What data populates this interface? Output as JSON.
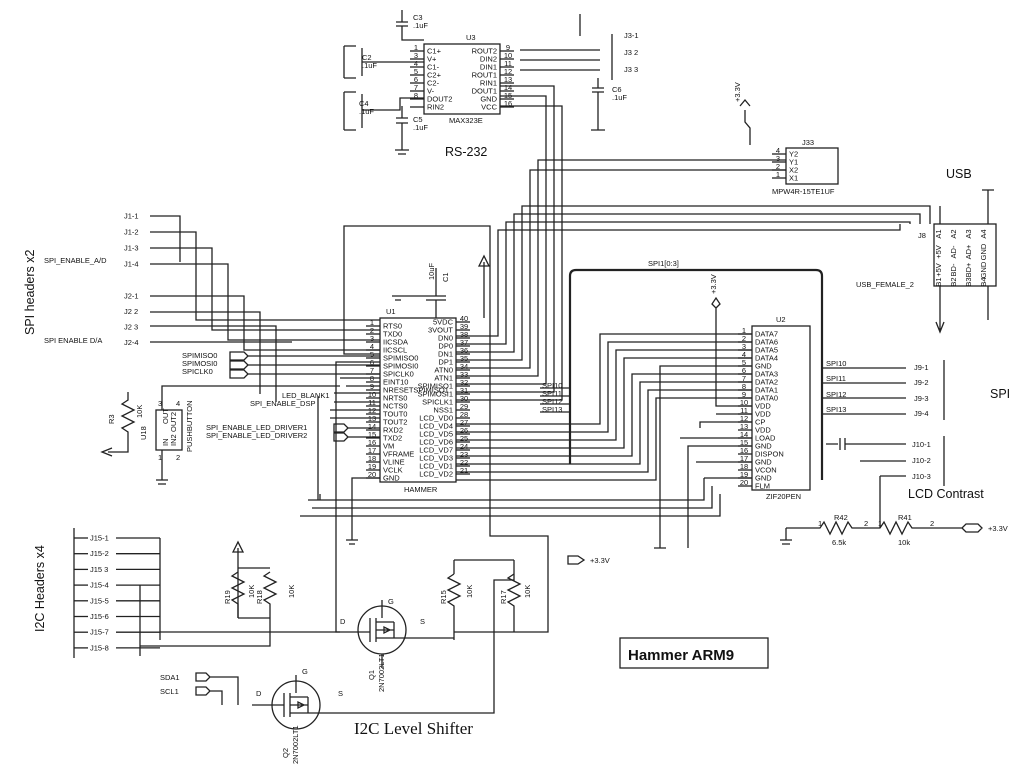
{
  "rs232": {
    "title": "RS-232",
    "ref": "U3",
    "part": "MAX323E",
    "pins_left": [
      {
        "n": "1",
        "name": "C1+"
      },
      {
        "n": "3",
        "name": "V+"
      },
      {
        "n": "4",
        "name": "C1-"
      },
      {
        "n": "5",
        "name": "C2+"
      },
      {
        "n": "6",
        "name": "C2-"
      },
      {
        "n": "7",
        "name": "V-"
      },
      {
        "n": "8",
        "name": "DOUT2"
      },
      {
        "n": "",
        "name": "RIN2"
      }
    ],
    "pins_right": [
      {
        "n": "9",
        "name": "ROUT2"
      },
      {
        "n": "10",
        "name": "DIN2"
      },
      {
        "n": "11",
        "name": "DIN1"
      },
      {
        "n": "12",
        "name": "ROUT1"
      },
      {
        "n": "13",
        "name": "RIN1"
      },
      {
        "n": "14",
        "name": "DOUT1"
      },
      {
        "n": "15",
        "name": "GND"
      },
      {
        "n": "16",
        "name": "VCC"
      }
    ],
    "caps": [
      {
        "ref": "C3",
        "val": ".1uF"
      },
      {
        "ref": "C2",
        "val": ".1uF"
      },
      {
        "ref": "C4",
        "val": ".1uF"
      },
      {
        "ref": "C5",
        "val": ".1uF"
      },
      {
        "ref": "C6",
        "val": ".1uF"
      }
    ],
    "j3": [
      "J3-1",
      "J3 2",
      "J3 3"
    ]
  },
  "usb": {
    "title": "USB",
    "j33_ref": "J33",
    "j33_part": "MPW4R-15TE1UF",
    "j33_pins": [
      {
        "n": "4",
        "name": "Y2"
      },
      {
        "n": "3",
        "name": "Y1"
      },
      {
        "n": "2",
        "name": "X2"
      },
      {
        "n": "1",
        "name": "X1"
      }
    ],
    "j8_ref": "J8",
    "j8_top": [
      "A1",
      "A2",
      "A3",
      "A4"
    ],
    "j8_top_names": [
      "+5V",
      "AD-",
      "AD+",
      "GND"
    ],
    "j8_bot_names": [
      "+5V",
      "BD-",
      "BD+",
      "GND"
    ],
    "j8_bot": [
      "B1",
      "B2",
      "B3",
      "B4"
    ],
    "female_label": "USB_FEMALE_2",
    "supply": "+3.3V"
  },
  "spi_headers": {
    "title": "SPI headers x2",
    "j1": [
      "J1-1",
      "J1-2",
      "J1-3",
      "J1-4"
    ],
    "j2": [
      "J2-1",
      "J2 2",
      "J2 3",
      "J2-4"
    ],
    "enable_ad": "SPI_ENABLE_A/D",
    "enable_da": "SPI ENABLE D/A",
    "nets": [
      "SPIMISO0",
      "SPIMOSI0",
      "SPICLK0"
    ]
  },
  "hammer": {
    "ref": "U1",
    "part": "HAMMER",
    "cap_ref": "C1",
    "cap_val": "10uF",
    "pins_left": [
      {
        "n": "1",
        "name": "RTS0"
      },
      {
        "n": "2",
        "name": "TXD0"
      },
      {
        "n": "3",
        "name": "IICSDA"
      },
      {
        "n": "4",
        "name": "IICSCL"
      },
      {
        "n": "5",
        "name": "SPIMISO0"
      },
      {
        "n": "6",
        "name": "SPIMOSI0"
      },
      {
        "n": "7",
        "name": "SPICLK0"
      },
      {
        "n": "8",
        "name": "EINT10"
      },
      {
        "n": "9",
        "name": "NRESETSPIMISO1"
      },
      {
        "n": "10",
        "name": "NRTS0"
      },
      {
        "n": "11",
        "name": "NCTS0"
      },
      {
        "n": "12",
        "name": "TOUT0"
      },
      {
        "n": "13",
        "name": "TOUT2"
      },
      {
        "n": "14",
        "name": "RXD2"
      },
      {
        "n": "15",
        "name": "TXD2"
      },
      {
        "n": "16",
        "name": "VM"
      },
      {
        "n": "17",
        "name": "VFRAME"
      },
      {
        "n": "18",
        "name": "VLINE"
      },
      {
        "n": "19",
        "name": "VCLK"
      },
      {
        "n": "20",
        "name": "GND"
      }
    ],
    "pins_right": [
      {
        "n": "40",
        "name": "5VDC"
      },
      {
        "n": "39",
        "name": "3VOUT"
      },
      {
        "n": "38",
        "name": "DN0"
      },
      {
        "n": "37",
        "name": "DP0"
      },
      {
        "n": "36",
        "name": "DN1"
      },
      {
        "n": "35",
        "name": "DP1"
      },
      {
        "n": "34",
        "name": "ATN0"
      },
      {
        "n": "33",
        "name": "ATN1"
      },
      {
        "n": "32",
        "name": "SPIMISO1"
      },
      {
        "n": "31",
        "name": "SPIMOSI1"
      },
      {
        "n": "30",
        "name": "SPICLK1"
      },
      {
        "n": "29",
        "name": "NSS1"
      },
      {
        "n": "28",
        "name": "LCD_VD0"
      },
      {
        "n": "27",
        "name": "LCD_VD4"
      },
      {
        "n": "26",
        "name": "LCD_VD5"
      },
      {
        "n": "25",
        "name": "LCD_VD6"
      },
      {
        "n": "24",
        "name": "LCD_VD7"
      },
      {
        "n": "23",
        "name": "LCD_VD3"
      },
      {
        "n": "22",
        "name": "LCD_VD1"
      },
      {
        "n": "21",
        "name": "LCD_VD2"
      }
    ],
    "left_nets": [
      "LED_BLANK1",
      "SPI_ENABLE_DSP",
      "SPI_ENABLE_LED_DRIVER1",
      "SPI_ENABLE_LED_DRIVER2"
    ],
    "spi_nets": [
      "SPI10",
      "SPI11",
      "SPI12",
      "SPI13"
    ]
  },
  "pushbutton": {
    "ref": "U18",
    "part": "PUSHBUTTON",
    "pins": [
      "OUT",
      "OUT2",
      "IN",
      "IN2"
    ],
    "pin_nums": [
      "3",
      "4",
      "1",
      "2"
    ],
    "res_ref": "R3",
    "res_val": "10K"
  },
  "zif": {
    "ref": "U2",
    "part": "ZIF20PEN",
    "bus": "SPI1[0:3]",
    "supply": "+3.3V",
    "pins": [
      {
        "n": "1",
        "name": "DATA7"
      },
      {
        "n": "2",
        "name": "DATA6"
      },
      {
        "n": "3",
        "name": "DATA5"
      },
      {
        "n": "4",
        "name": "DATA4"
      },
      {
        "n": "5",
        "name": "GND"
      },
      {
        "n": "6",
        "name": "DATA3"
      },
      {
        "n": "7",
        "name": "DATA2"
      },
      {
        "n": "8",
        "name": "DATA1"
      },
      {
        "n": "9",
        "name": "DATA0"
      },
      {
        "n": "10",
        "name": "VDD"
      },
      {
        "n": "11",
        "name": "VDD"
      },
      {
        "n": "12",
        "name": "CP"
      },
      {
        "n": "13",
        "name": "VDD"
      },
      {
        "n": "14",
        "name": "LOAD"
      },
      {
        "n": "15",
        "name": "GND"
      },
      {
        "n": "16",
        "name": "DISPON"
      },
      {
        "n": "17",
        "name": "GND"
      },
      {
        "n": "18",
        "name": "VCON"
      },
      {
        "n": "19",
        "name": "GND"
      },
      {
        "n": "20",
        "name": "FLM"
      }
    ],
    "spi_nets": [
      "SPI10",
      "SPI11",
      "SPI12",
      "SPI13"
    ]
  },
  "spi_out": {
    "title": "SPI",
    "j9": [
      "J9-1",
      "J9-2",
      "J9-3",
      "J9-4"
    ]
  },
  "lcd": {
    "title": "LCD Contrast",
    "j10": [
      "J10-1",
      "J10-2",
      "J10-3"
    ],
    "r42_ref": "R42",
    "r42_val": "6.5k",
    "r41_ref": "R41",
    "r41_val": "10k",
    "supply": "+3.3V",
    "pin1": "1",
    "pin2": "2"
  },
  "i2c": {
    "title": "I2C Headers x4",
    "j15": [
      "J15-1",
      "J15-2",
      "J15 3",
      "J15-4",
      "J15-5",
      "J15-6",
      "J15-7",
      "J15-8"
    ],
    "shifter_title": "I2C Level Shifter",
    "sda": "SDA1",
    "scl": "SCL1",
    "supply": "+3.3V",
    "resistors": [
      {
        "ref": "R19",
        "val": "10K"
      },
      {
        "ref": "R18",
        "val": "10K"
      },
      {
        "ref": "R15",
        "val": "10K"
      },
      {
        "ref": "R17",
        "val": "10K"
      }
    ],
    "q1_ref": "Q1",
    "q1_part": "2N7002LT1",
    "q2_ref": "Q2",
    "q2_part": "2N7002LT1",
    "fet_pins": [
      "D",
      "G",
      "S"
    ]
  },
  "board_title": "Hammer ARM9"
}
